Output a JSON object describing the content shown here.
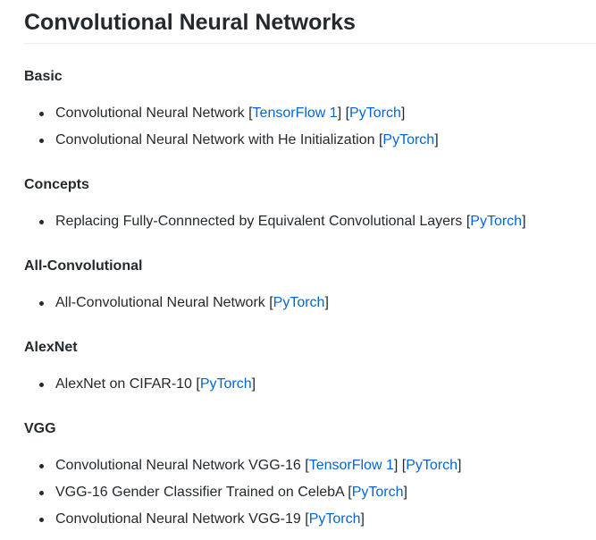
{
  "title": "Convolutional Neural Networks",
  "link_color": "#0366d6",
  "sections": [
    {
      "heading": "Basic",
      "items": [
        {
          "text": "Convolutional Neural Network",
          "links": [
            "TensorFlow 1",
            "PyTorch"
          ]
        },
        {
          "text": "Convolutional Neural Network with He Initialization",
          "links": [
            "PyTorch"
          ]
        }
      ]
    },
    {
      "heading": "Concepts",
      "items": [
        {
          "text": "Replacing Fully-Connnected by Equivalent Convolutional Layers",
          "links": [
            "PyTorch"
          ]
        }
      ]
    },
    {
      "heading": "All-Convolutional",
      "items": [
        {
          "text": "All-Convolutional Neural Network",
          "links": [
            "PyTorch"
          ]
        }
      ]
    },
    {
      "heading": "AlexNet",
      "items": [
        {
          "text": "AlexNet on CIFAR-10",
          "links": [
            "PyTorch"
          ]
        }
      ]
    },
    {
      "heading": "VGG",
      "items": [
        {
          "text": "Convolutional Neural Network VGG-16",
          "links": [
            "TensorFlow 1",
            "PyTorch"
          ]
        },
        {
          "text": "VGG-16 Gender Classifier Trained on CelebA",
          "links": [
            "PyTorch"
          ]
        },
        {
          "text": "Convolutional Neural Network VGG-19",
          "links": [
            "PyTorch"
          ]
        }
      ]
    }
  ]
}
